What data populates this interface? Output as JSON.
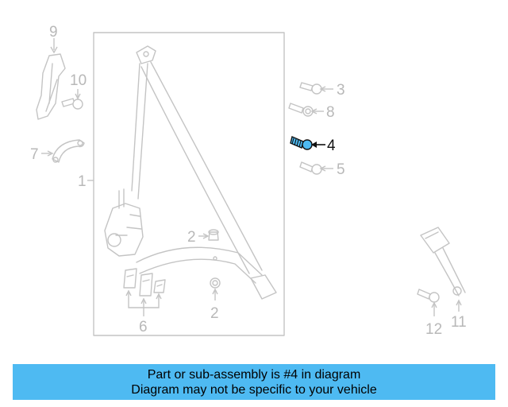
{
  "diagram": {
    "callouts": [
      {
        "id": "c1",
        "text": "1"
      },
      {
        "id": "c2a",
        "text": "2"
      },
      {
        "id": "c2b",
        "text": "2"
      },
      {
        "id": "c3",
        "text": "3"
      },
      {
        "id": "c4",
        "text": "4"
      },
      {
        "id": "c5",
        "text": "5"
      },
      {
        "id": "c6",
        "text": "6"
      },
      {
        "id": "c7",
        "text": "7"
      },
      {
        "id": "c8",
        "text": "8"
      },
      {
        "id": "c9",
        "text": "9"
      },
      {
        "id": "c10",
        "text": "10"
      },
      {
        "id": "c11",
        "text": "11"
      },
      {
        "id": "c12",
        "text": "12"
      }
    ],
    "highlighted_part": "4",
    "highlight_color": "#4ebaf2"
  },
  "banner": {
    "line1": "Part or sub-assembly is #4 in diagram",
    "line2": "Diagram may not be specific to your vehicle",
    "background": "#4ebaf2"
  }
}
